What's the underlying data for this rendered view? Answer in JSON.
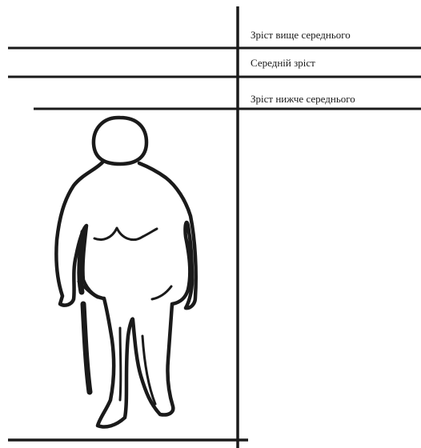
{
  "labels": {
    "above_average": "Зріст вище середнього",
    "average": "Середній зріст",
    "below_average": "Зріст нижче середнього"
  },
  "colors": {
    "ink": "#1a1a1a",
    "background": "#ffffff"
  }
}
